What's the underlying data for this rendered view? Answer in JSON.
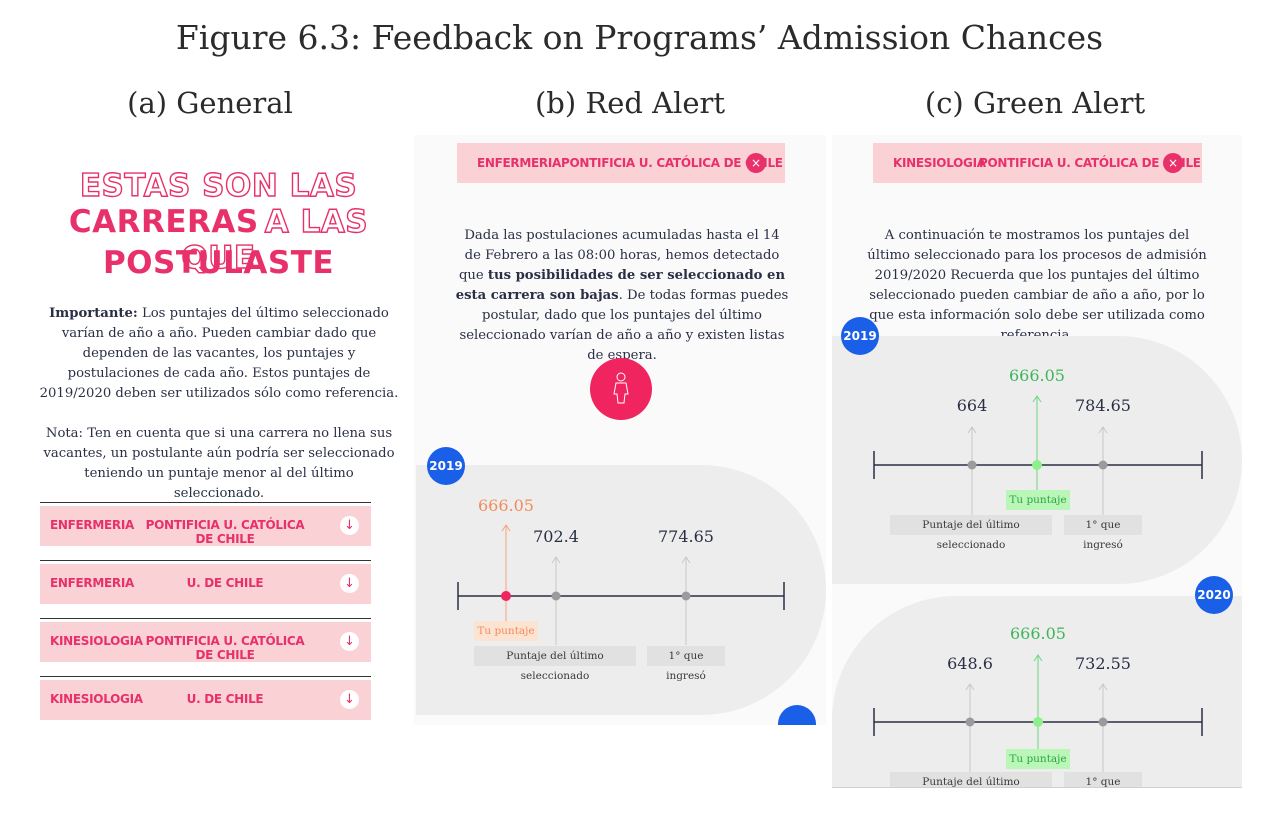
{
  "figure": {
    "title": "Figure 6.3: Feedback on Programs’ Admission Chances",
    "sub_a": "(a) General",
    "sub_b": "(b) Red Alert",
    "sub_c": "(c) Green Alert"
  },
  "panel_a": {
    "headline_1": "ESTAS SON LAS",
    "headline_2a": "CARRERAS",
    "headline_2b": "A LAS QUE",
    "headline_3": "POSTULASTE",
    "important_label": "Importante:",
    "important_text": " Los puntajes del último seleccionado varían de año a año. Pueden cambiar dado que dependen de las vacantes, los puntajes y postulaciones de cada año. Estos puntajes de 2019/2020 deben ser utilizados sólo como referencia.",
    "nota_label": "Nota:",
    "nota_text": " Ten en cuenta que si una carrera no llena sus vacantes, un postulante aún podría ser seleccionado teniendo un puntaje menor al del último seleccionado.",
    "rows": [
      {
        "career": "ENFERMERIA",
        "university": "PONTIFICIA U. CATÓLICA DE CHILE",
        "icon": "↓"
      },
      {
        "career": "ENFERMERIA",
        "university": "U. DE CHILE",
        "icon": "↓"
      },
      {
        "career": "KINESIOLOGIA",
        "university": "PONTIFICIA U. CATÓLICA DE CHILE",
        "icon": "↓"
      },
      {
        "career": "KINESIOLOGIA",
        "university": "U. DE CHILE",
        "icon": "↓"
      }
    ]
  },
  "panel_b": {
    "career": "ENFERMERIA",
    "university": "PONTIFICIA U. CATÓLICA DE CHILE",
    "close_icon": "×",
    "text_1": "Dada las postulaciones acumuladas hasta el 14 de Febrero a las 08:00 horas, hemos detectado que ",
    "text_bold": "tus posibilidades de ser seleccionado en esta carrera son bajas",
    "text_2": ". De todas formas puedes postular, dado que los puntajes del último seleccionado varían de año a año y existen listas de espera.",
    "year": "2019",
    "your_score": "666.05",
    "last_selected": "702.4",
    "first_admitted": "774.65",
    "label_you": "Tu puntaje",
    "label_last": "Puntaje del último seleccionado",
    "label_first": "1° que ingresó",
    "accent_color": "#f0245e"
  },
  "panel_c": {
    "career": "KINESIOLOGIA",
    "university": "PONTIFICIA U. CATÓLICA DE CHILE",
    "close_icon": "×",
    "text": "A continuación te mostramos los puntajes del último seleccionado para los procesos de admisión 2019/2020 Recuerda que los puntajes del último seleccionado pueden cambiar de año a año, por lo que esta información solo debe ser utilizada como referencia.",
    "years": [
      {
        "year": "2019",
        "your_score": "666.05",
        "last_selected": "664",
        "first_admitted": "784.65"
      },
      {
        "year": "2020",
        "your_score": "666.05",
        "last_selected": "648.6",
        "first_admitted": "732.55"
      }
    ],
    "label_you": "Tu puntaje",
    "label_last": "Puntaje del último seleccionado",
    "label_first": "1° que ingresó",
    "accent_color": "#3dc85a"
  }
}
